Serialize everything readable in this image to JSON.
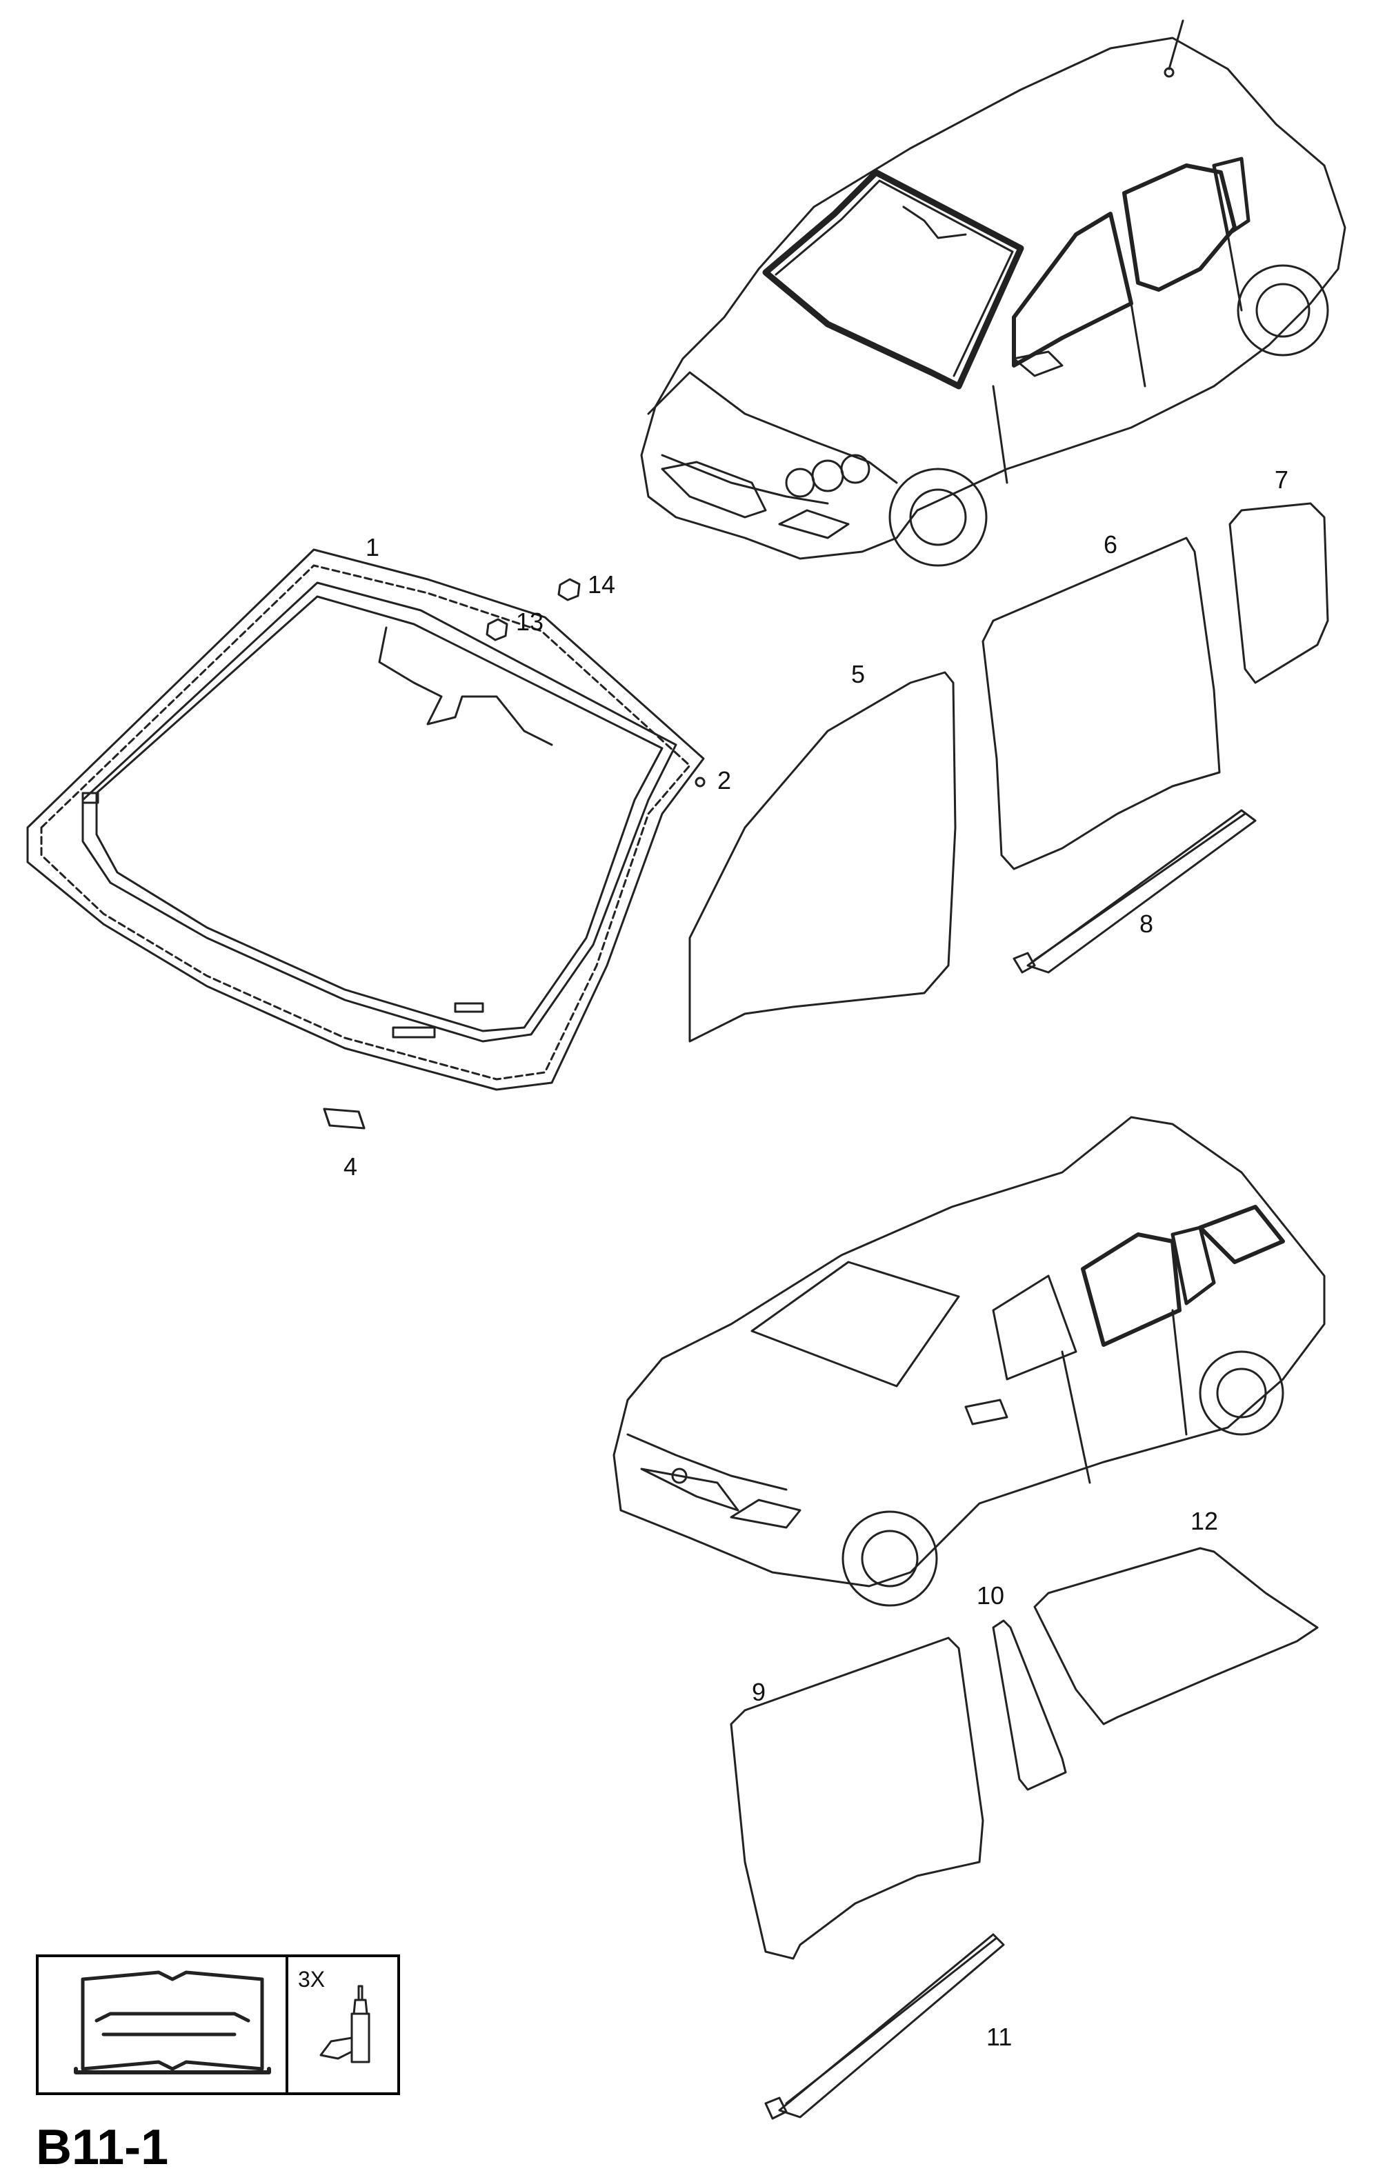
{
  "diagram": {
    "callouts": [
      {
        "id": "1",
        "label": "1"
      },
      {
        "id": "2",
        "label": "2"
      },
      {
        "id": "4",
        "label": "4"
      },
      {
        "id": "5",
        "label": "5"
      },
      {
        "id": "6",
        "label": "6"
      },
      {
        "id": "7",
        "label": "7"
      },
      {
        "id": "8",
        "label": "8"
      },
      {
        "id": "9",
        "label": "9"
      },
      {
        "id": "10",
        "label": "10"
      },
      {
        "id": "11",
        "label": "11"
      },
      {
        "id": "12",
        "label": "12"
      },
      {
        "id": "13",
        "label": "13"
      },
      {
        "id": "14",
        "label": "14"
      }
    ],
    "legend": {
      "quantity": "3X",
      "manual_icon": "service-manual-icon",
      "adhesive_icon": "adhesive-bottle-icon"
    },
    "code": "B11-1"
  }
}
